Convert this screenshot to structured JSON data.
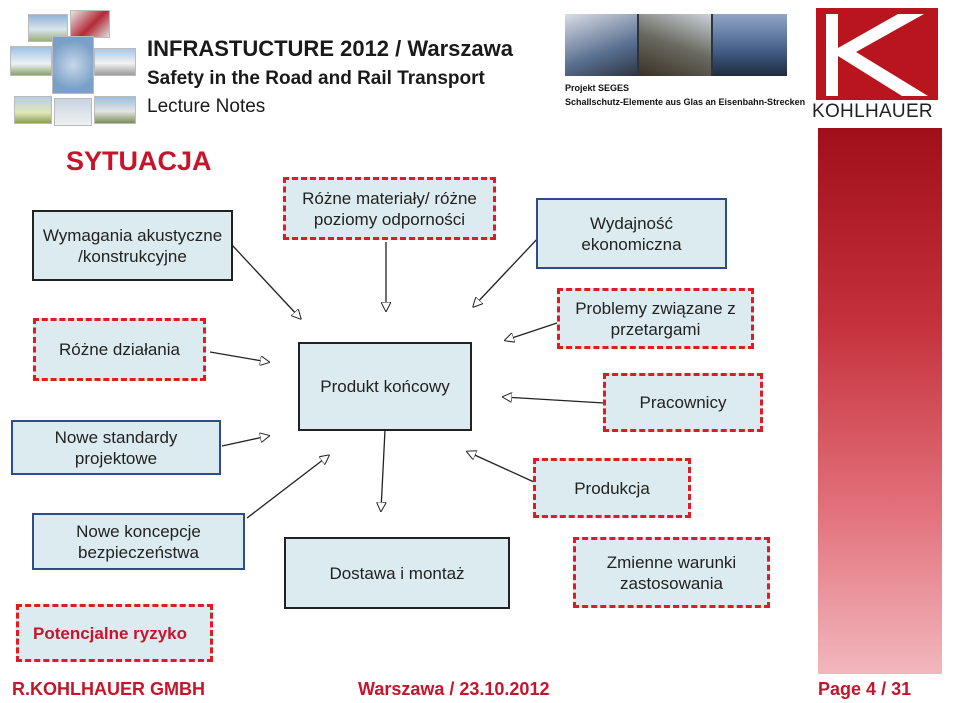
{
  "header": {
    "title_line1": "INFRASTUCTURE 2012 / Warszawa",
    "title_line2": "Safety in the Road and Rail Transport",
    "title_line3": "Lecture Notes",
    "project_line1": "Projekt SEGES",
    "project_line2": "Schallschutz-Elemente aus Glas an Eisenbahn-Strecken",
    "brand": "KOHLHAUER"
  },
  "diagram": {
    "section_title": "SYTUACJA",
    "boxes": {
      "acoustic": "Wymagania akustyczne /konstrukcyjne",
      "materials": "Różne materiały/ różne poziomy odporności",
      "economic": "Wydajność ekonomiczna",
      "actions": "Różne działania",
      "product": "Produkt końcowy",
      "tenders": "Problemy związane z przetargami",
      "workers": "Pracownicy",
      "standards": "Nowe standardy projektowe",
      "production": "Produkcja",
      "safety": "Nowe koncepcje bezpieczeństwa",
      "delivery": "Dostawa i montaż",
      "conditions": "Zmienne warunki zastosowania",
      "risk": "Potencjalne ryzyko"
    }
  },
  "footer": {
    "company": "R.KOHLHAUER GMBH",
    "event": "Warszawa / 23.10.2012",
    "page_label": "Page",
    "page_current": "4",
    "page_sep": "/",
    "page_total": "31"
  },
  "colors": {
    "accent_red": "#c8142b",
    "box_fill": "#dcebef",
    "border_blue": "#2f4b8e",
    "dash_red": "#e01b24"
  }
}
